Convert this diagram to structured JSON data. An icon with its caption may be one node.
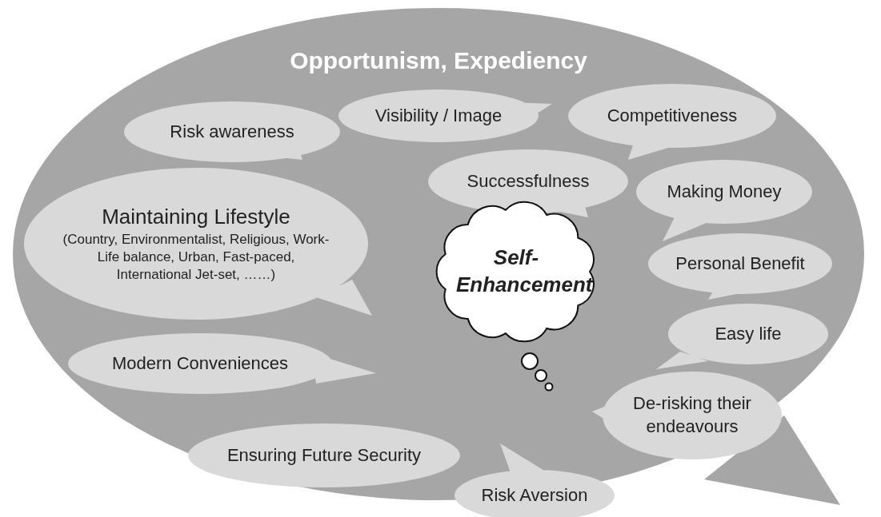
{
  "diagram": {
    "nodes": [
      {
        "text": [
          "Opportunism, Expediency"
        ]
      },
      {
        "text": [
          "Visibility / Image"
        ],
        "in": 0
      },
      {
        "text": [
          "Competitiveness"
        ],
        "in": 0
      },
      {
        "text": [
          "Risk awareness"
        ],
        "in": 0
      },
      {
        "text": [
          "Successfulness"
        ],
        "in": 0
      },
      {
        "text": [
          "Making Money"
        ],
        "in": 0
      },
      {
        "text": [
          "Maintaining Lifestyle",
          "(Country, Environmentalist, Religious, Work-Life balance, Urban, Fast-paced, International Jet-set, ……)"
        ],
        "in": 0
      },
      {
        "text": [
          "Self-Enhancement"
        ],
        "in": 0
      },
      {
        "text": [
          "Personal Benefit"
        ],
        "in": 0
      },
      {
        "text": [
          "Easy life"
        ],
        "in": 0
      },
      {
        "text": [
          "Modern Conveniences"
        ],
        "in": 0
      },
      {
        "text": [
          "De-risking their endeavours"
        ],
        "in": 0
      },
      {
        "text": [
          "Ensuring Future Security"
        ],
        "in": 0
      },
      {
        "text": [
          "Risk Aversion"
        ],
        "in": 0
      }
    ]
  }
}
